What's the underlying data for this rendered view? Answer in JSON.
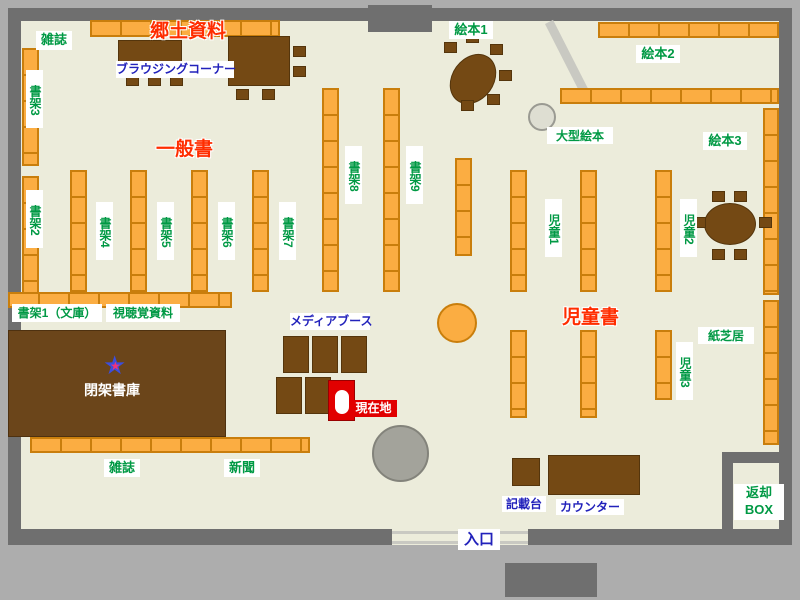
{
  "labels": {
    "magazine_top": "雑誌",
    "local_history": "郷土資料",
    "browsing_corner": "ブラウジングコーナー",
    "shelf3": "書架3",
    "shelf2": "書架2",
    "general_books": "一般書",
    "shelf4": "書架4",
    "shelf5": "書架5",
    "shelf6": "書架6",
    "shelf7": "書架7",
    "shelf8": "書架8",
    "shelf9": "書架9",
    "picture_books_1": "絵本1",
    "picture_books_2": "絵本2",
    "picture_books_3": "絵本3",
    "large_picture_books": "大型絵本",
    "children_1": "児童1",
    "children_2": "児童2",
    "children_3": "児童3",
    "children_books": "児童書",
    "kamishibai": "紙芝居",
    "shelf1_bunko": "書架1（文庫）",
    "av_materials": "視聴覚資料",
    "media_booth": "メディアブース",
    "closed_stacks": "閉架書庫",
    "current_location": "現在地",
    "magazine_bottom": "雑誌",
    "newspaper": "新聞",
    "writing_desk": "記載台",
    "counter": "カウンター",
    "return_box_line1": "返却",
    "return_box_line2": "BOX",
    "entrance": "入口"
  },
  "icons": {
    "star": "★"
  },
  "colors": {
    "floor": "#ECECDB",
    "outer_margin": "#ADADAD",
    "wall": "#6F6F6F",
    "shelf_fill": "#FBAD42",
    "shelf_border": "#C97E0C",
    "furniture_brown": "#744914",
    "closed_stacks_brown": "#6B451A",
    "green_text": "#009944",
    "blue_text": "#2222BB",
    "red_text": "#FF2D00",
    "current_location_bg": "#E10000"
  }
}
